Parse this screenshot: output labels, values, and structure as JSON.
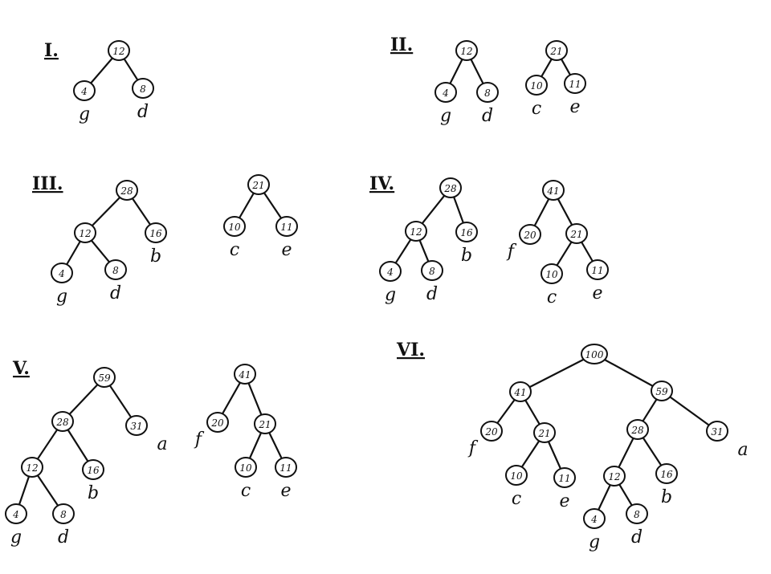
{
  "stages": [
    {
      "label": "I.",
      "trees": [
        {
          "nodes": [
            {
              "id": "n12",
              "value": "12"
            },
            {
              "id": "g4",
              "value": "4",
              "leaf": "g"
            },
            {
              "id": "d8",
              "value": "8",
              "leaf": "d"
            }
          ],
          "edges": [
            [
              "n12",
              "g4"
            ],
            [
              "n12",
              "d8"
            ]
          ]
        }
      ]
    },
    {
      "label": "II.",
      "trees": [
        {
          "nodes": [
            {
              "id": "n12",
              "value": "12"
            },
            {
              "id": "g4",
              "value": "4",
              "leaf": "g"
            },
            {
              "id": "d8",
              "value": "8",
              "leaf": "d"
            }
          ],
          "edges": [
            [
              "n12",
              "g4"
            ],
            [
              "n12",
              "d8"
            ]
          ]
        },
        {
          "nodes": [
            {
              "id": "n21",
              "value": "21"
            },
            {
              "id": "c10",
              "value": "10",
              "leaf": "c"
            },
            {
              "id": "e11",
              "value": "11",
              "leaf": "e"
            }
          ],
          "edges": [
            [
              "n21",
              "c10"
            ],
            [
              "n21",
              "e11"
            ]
          ]
        }
      ]
    },
    {
      "label": "III.",
      "trees": [
        {
          "nodes": [
            {
              "id": "n28",
              "value": "28"
            },
            {
              "id": "n12",
              "value": "12"
            },
            {
              "id": "b16",
              "value": "16",
              "leaf": "b"
            },
            {
              "id": "g4",
              "value": "4",
              "leaf": "g"
            },
            {
              "id": "d8",
              "value": "8",
              "leaf": "d"
            }
          ],
          "edges": [
            [
              "n28",
              "n12"
            ],
            [
              "n28",
              "b16"
            ],
            [
              "n12",
              "g4"
            ],
            [
              "n12",
              "d8"
            ]
          ]
        },
        {
          "nodes": [
            {
              "id": "n21",
              "value": "21"
            },
            {
              "id": "c10",
              "value": "10",
              "leaf": "c"
            },
            {
              "id": "e11",
              "value": "11",
              "leaf": "e"
            }
          ],
          "edges": [
            [
              "n21",
              "c10"
            ],
            [
              "n21",
              "e11"
            ]
          ]
        }
      ]
    },
    {
      "label": "IV.",
      "trees": [
        {
          "nodes": [
            {
              "id": "n28",
              "value": "28"
            },
            {
              "id": "n12",
              "value": "12"
            },
            {
              "id": "b16",
              "value": "16",
              "leaf": "b"
            },
            {
              "id": "g4",
              "value": "4",
              "leaf": "g"
            },
            {
              "id": "d8",
              "value": "8",
              "leaf": "d"
            }
          ],
          "edges": [
            [
              "n28",
              "n12"
            ],
            [
              "n28",
              "b16"
            ],
            [
              "n12",
              "g4"
            ],
            [
              "n12",
              "d8"
            ]
          ]
        },
        {
          "nodes": [
            {
              "id": "n41",
              "value": "41"
            },
            {
              "id": "f20",
              "value": "20",
              "leaf": "f"
            },
            {
              "id": "n21",
              "value": "21"
            },
            {
              "id": "c10",
              "value": "10",
              "leaf": "c"
            },
            {
              "id": "e11",
              "value": "11",
              "leaf": "e"
            }
          ],
          "edges": [
            [
              "n41",
              "f20"
            ],
            [
              "n41",
              "n21"
            ],
            [
              "n21",
              "c10"
            ],
            [
              "n21",
              "e11"
            ]
          ]
        }
      ]
    },
    {
      "label": "V.",
      "trees": [
        {
          "nodes": [
            {
              "id": "n59",
              "value": "59"
            },
            {
              "id": "n28",
              "value": "28"
            },
            {
              "id": "a31",
              "value": "31",
              "leaf": "a"
            },
            {
              "id": "n12",
              "value": "12"
            },
            {
              "id": "b16",
              "value": "16",
              "leaf": "b"
            },
            {
              "id": "g4",
              "value": "4",
              "leaf": "g"
            },
            {
              "id": "d8",
              "value": "8",
              "leaf": "d"
            }
          ],
          "edges": [
            [
              "n59",
              "n28"
            ],
            [
              "n59",
              "a31"
            ],
            [
              "n28",
              "n12"
            ],
            [
              "n28",
              "b16"
            ],
            [
              "n12",
              "g4"
            ],
            [
              "n12",
              "d8"
            ]
          ]
        },
        {
          "nodes": [
            {
              "id": "n41",
              "value": "41"
            },
            {
              "id": "f20",
              "value": "20",
              "leaf": "f"
            },
            {
              "id": "n21",
              "value": "21"
            },
            {
              "id": "c10",
              "value": "10",
              "leaf": "c"
            },
            {
              "id": "e11",
              "value": "11",
              "leaf": "e"
            }
          ],
          "edges": [
            [
              "n41",
              "f20"
            ],
            [
              "n41",
              "n21"
            ],
            [
              "n21",
              "c10"
            ],
            [
              "n21",
              "e11"
            ]
          ]
        }
      ]
    },
    {
      "label": "VI.",
      "trees": [
        {
          "nodes": [
            {
              "id": "n100",
              "value": "100"
            },
            {
              "id": "n41",
              "value": "41"
            },
            {
              "id": "n59",
              "value": "59"
            },
            {
              "id": "f20",
              "value": "20",
              "leaf": "f"
            },
            {
              "id": "n21",
              "value": "21"
            },
            {
              "id": "n28",
              "value": "28"
            },
            {
              "id": "a31",
              "value": "31",
              "leaf": "a"
            },
            {
              "id": "c10",
              "value": "10",
              "leaf": "c"
            },
            {
              "id": "e11",
              "value": "11",
              "leaf": "e"
            },
            {
              "id": "n12",
              "value": "12"
            },
            {
              "id": "b16",
              "value": "16",
              "leaf": "b"
            },
            {
              "id": "g4",
              "value": "4",
              "leaf": "g"
            },
            {
              "id": "d8",
              "value": "8",
              "leaf": "d"
            }
          ],
          "edges": [
            [
              "n100",
              "n41"
            ],
            [
              "n100",
              "n59"
            ],
            [
              "n41",
              "f20"
            ],
            [
              "n41",
              "n21"
            ],
            [
              "n21",
              "c10"
            ],
            [
              "n21",
              "e11"
            ],
            [
              "n59",
              "n28"
            ],
            [
              "n59",
              "a31"
            ],
            [
              "n28",
              "n12"
            ],
            [
              "n28",
              "b16"
            ],
            [
              "n12",
              "g4"
            ],
            [
              "n12",
              "d8"
            ]
          ]
        }
      ]
    }
  ]
}
